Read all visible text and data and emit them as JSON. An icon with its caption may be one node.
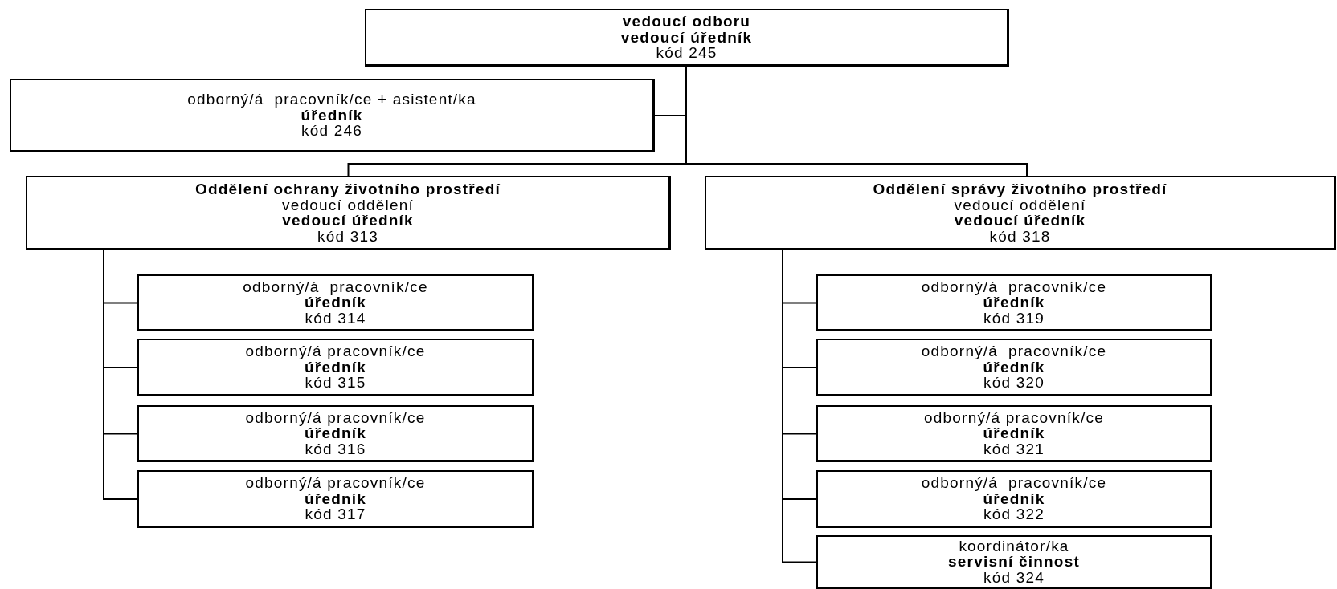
{
  "diagram": {
    "nodes": [
      {
        "text": [
          "vedoucí odboru",
          "vedoucí úředník",
          "kód 245"
        ]
      },
      {
        "text": [
          "odborný/á  pracovník/ce + asistent/ka",
          "úředník",
          "kód 246"
        ]
      },
      {
        "text": [
          "Oddělení ochrany životního prostředí",
          "vedoucí oddělení",
          "vedoucí úředník",
          "kód 313"
        ]
      },
      {
        "text": [
          "Oddělení správy životního prostředí",
          "vedoucí oddělení",
          "vedoucí úředník",
          "kód 318"
        ]
      },
      {
        "text": [
          "odborný/á  pracovník/ce",
          "úředník",
          "kód 314"
        ]
      },
      {
        "text": [
          "odborný/á pracovník/ce",
          "úředník",
          "kód 315"
        ]
      },
      {
        "text": [
          "odborný/á pracovník/ce",
          "úředník",
          "kód 316"
        ]
      },
      {
        "text": [
          "odborný/á pracovník/ce",
          "úředník",
          "kód 317"
        ]
      },
      {
        "text": [
          "odborný/á  pracovník/ce",
          "úředník",
          "kód 319"
        ]
      },
      {
        "text": [
          "odborný/á  pracovník/ce",
          "úředník",
          "kód 320"
        ]
      },
      {
        "text": [
          "odborný/á pracovník/ce",
          "úředník",
          "kód 321"
        ]
      },
      {
        "text": [
          "odborný/á  pracovník/ce",
          "úředník",
          "kód 322"
        ]
      },
      {
        "text": [
          "koordinátor/ka",
          "servisní činnost",
          "kód 324"
        ]
      }
    ],
    "edges": [
      {
        "from": 0,
        "to": 1,
        "arrow": "none"
      },
      {
        "from": 0,
        "to": 2,
        "arrow": "none"
      },
      {
        "from": 0,
        "to": 3,
        "arrow": "none"
      },
      {
        "from": 2,
        "to": 4,
        "arrow": "none"
      },
      {
        "from": 2,
        "to": 5,
        "arrow": "none"
      },
      {
        "from": 2,
        "to": 6,
        "arrow": "none"
      },
      {
        "from": 2,
        "to": 7,
        "arrow": "none"
      },
      {
        "from": 3,
        "to": 8,
        "arrow": "none"
      },
      {
        "from": 3,
        "to": 9,
        "arrow": "none"
      },
      {
        "from": 3,
        "to": 10,
        "arrow": "none"
      },
      {
        "from": 3,
        "to": 11,
        "arrow": "none"
      },
      {
        "from": 3,
        "to": 12,
        "arrow": "none"
      }
    ]
  }
}
